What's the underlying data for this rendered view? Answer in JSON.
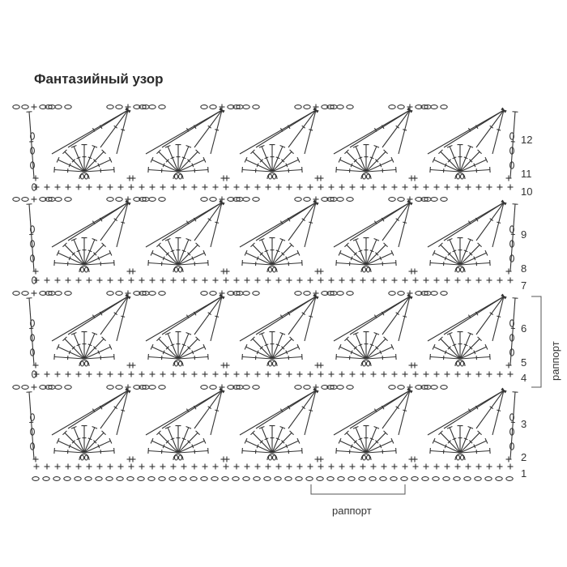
{
  "title": "Фантазийный узор",
  "row_numbers": [
    "1",
    "2",
    "3",
    "4",
    "5",
    "6",
    "7",
    "8",
    "9",
    "10",
    "11",
    "12"
  ],
  "repeat_label_bottom": "раппорт",
  "repeat_label_side": "раппорт",
  "colors": {
    "ink": "#333333",
    "background": "#ffffff"
  },
  "symbols": {
    "chain": "chain-stitch-oval",
    "single_crochet": "plus-sign",
    "double_crochet": "t-with-crossbar",
    "picot": "small-loop"
  }
}
